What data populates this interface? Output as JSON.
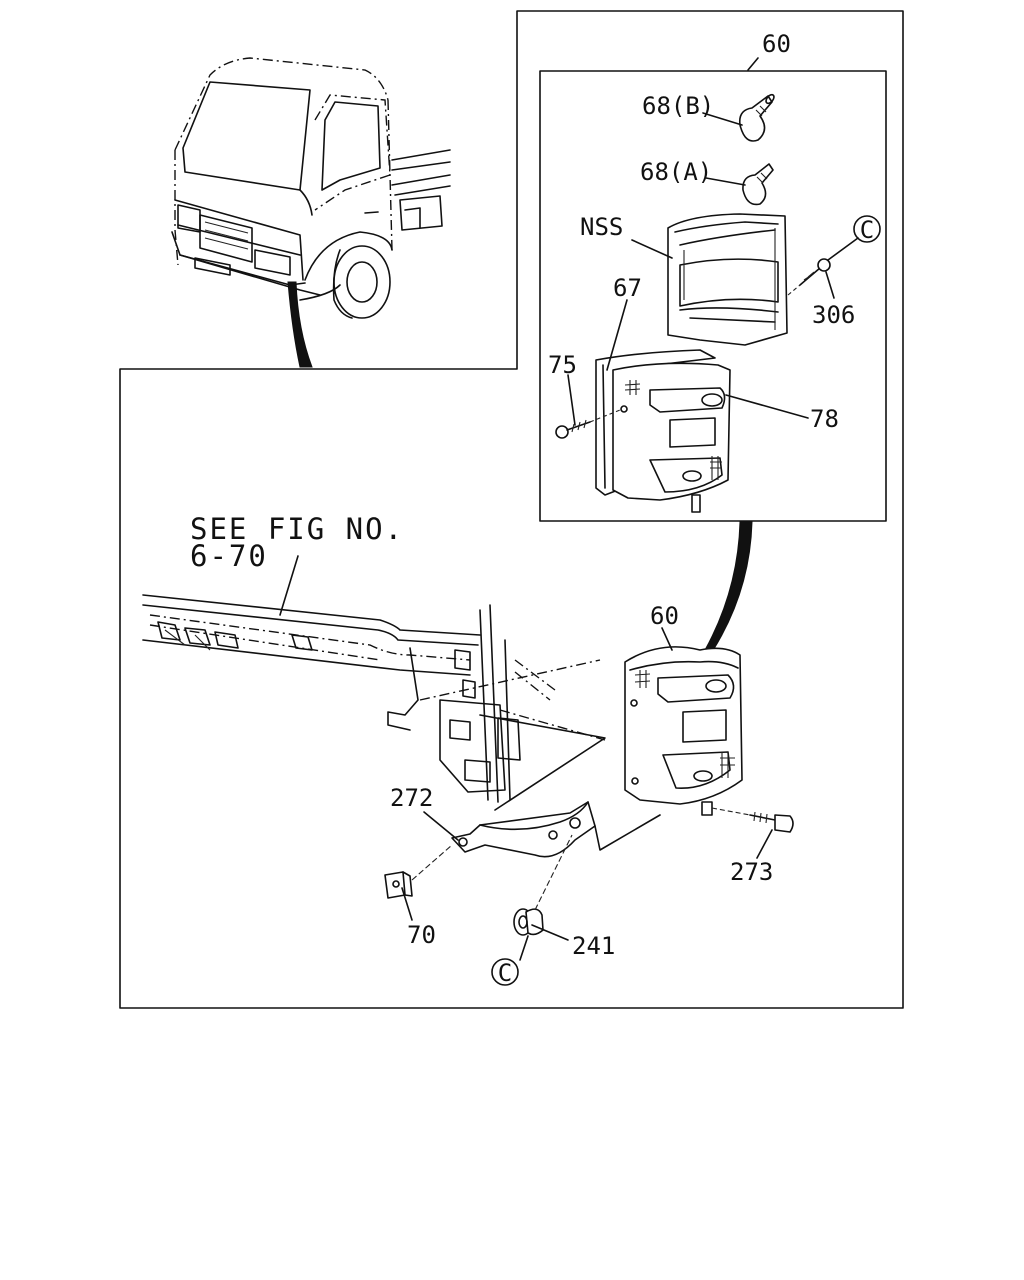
{
  "callouts": {
    "lamp_assembly_top": "60",
    "bulb_b": "68(B)",
    "bulb_a": "68(A)",
    "lens_nss": "NSS",
    "screw_306": "306",
    "gasket": "67",
    "screw_75": "75",
    "housing": "78",
    "lamp_assembly_bottom": "60",
    "bracket": "272",
    "bolt": "273",
    "nut": "70",
    "grommet": "241",
    "ref_c_top": "C",
    "ref_c_bottom": "C"
  },
  "reference": {
    "line1": "SEE FIG NO.",
    "line2": "6-70"
  }
}
